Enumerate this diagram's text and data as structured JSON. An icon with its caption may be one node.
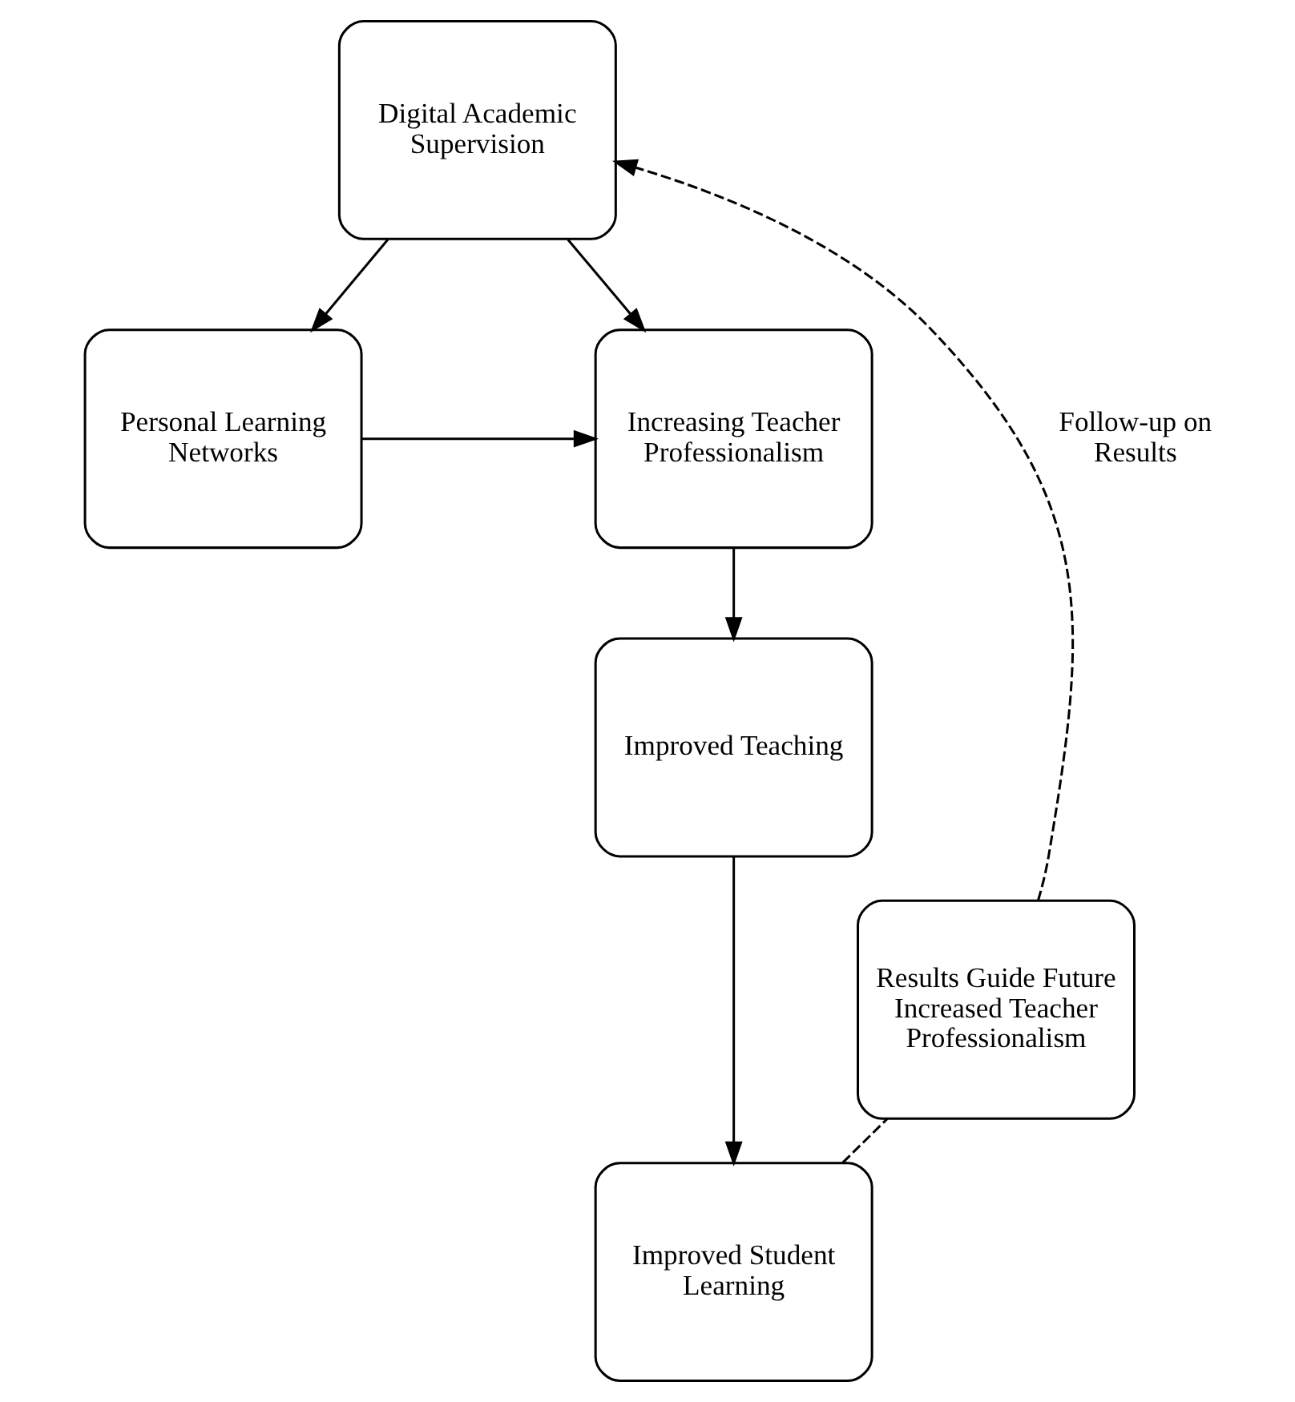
{
  "diagram": {
    "nodes": [
      {
        "text": [
          "Digital Academic Supervision"
        ]
      },
      {
        "text": [
          "Personal Learning Networks"
        ]
      },
      {
        "text": [
          "Increasing Teacher Professionalism"
        ]
      },
      {
        "text": [
          "Improved Teaching"
        ]
      },
      {
        "text": [
          "Improved Student Learning"
        ]
      },
      {
        "text": [
          "Results Guide Future Increased Teacher Professionalism"
        ]
      }
    ],
    "edges": [
      {
        "from": 0,
        "to": 1,
        "arrow": "to"
      },
      {
        "from": 0,
        "to": 2,
        "arrow": "to"
      },
      {
        "from": 1,
        "to": 2,
        "arrow": "to"
      },
      {
        "from": 2,
        "to": 3,
        "arrow": "to"
      },
      {
        "from": 3,
        "to": 4,
        "arrow": "to"
      },
      {
        "from": 4,
        "to": 5,
        "arrow": "none",
        "style": "dashed"
      },
      {
        "from": 5,
        "to": 0,
        "arrow": "to",
        "style": "dashed",
        "label": "Follow-up on Results"
      }
    ]
  }
}
